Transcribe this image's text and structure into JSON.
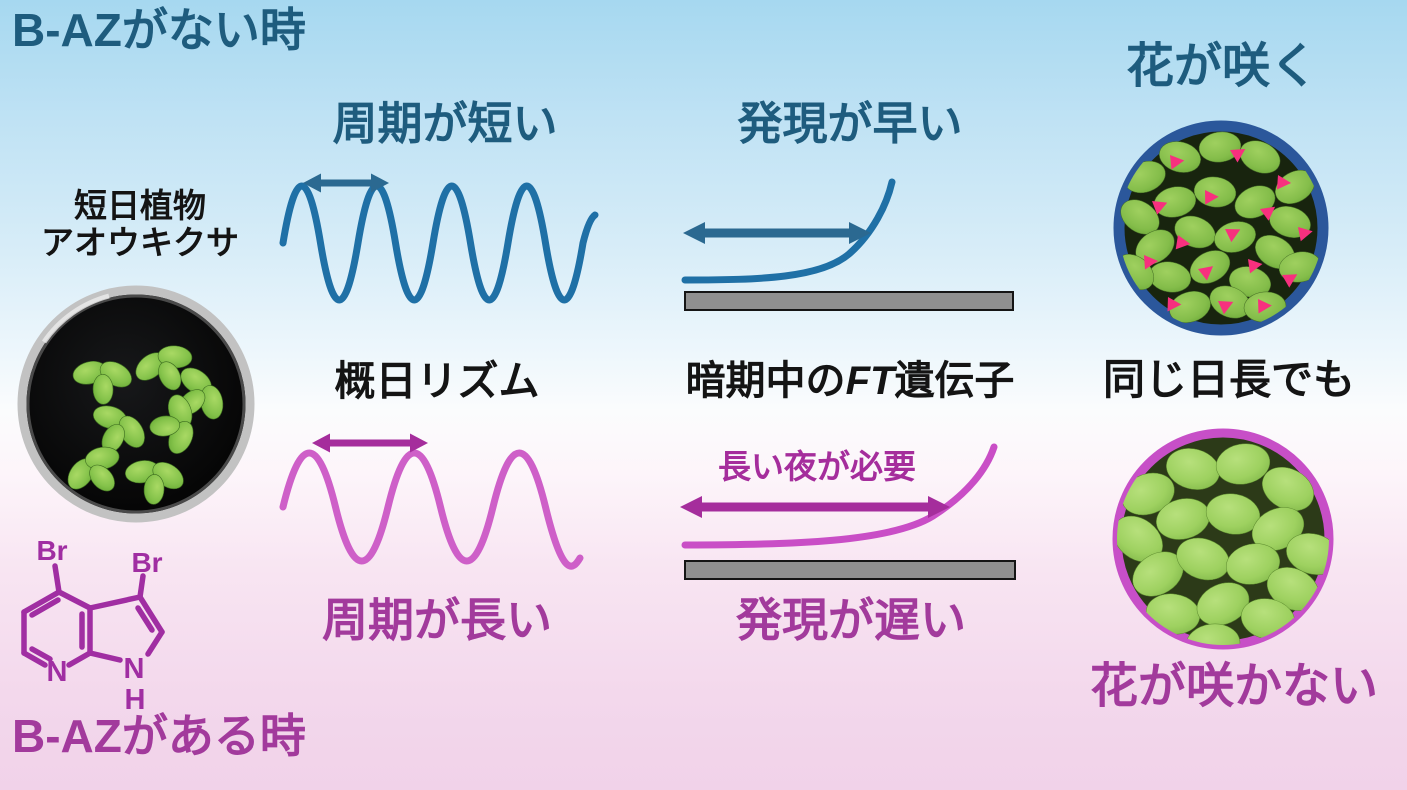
{
  "sections": {
    "no_baz_title": "B-AZがない時",
    "baz_title": "B-AZがある時"
  },
  "plant": {
    "label_line1": "短日植物",
    "label_line2": "アオウキクサ"
  },
  "compound": {
    "br_left": "Br",
    "br_right": "Br",
    "n_pyridine": "N",
    "n_pyrrole": "N",
    "h": "H"
  },
  "rhythm": {
    "short_label": "周期が短い",
    "center_label": "概日リズム",
    "long_label": "周期が長い"
  },
  "expression": {
    "fast_label": "発現が早い",
    "center_prefix": "暗期中の",
    "center_gene": "FT",
    "center_suffix": "遺伝子",
    "night_label": "長い夜が必要",
    "slow_label": "発現が遅い"
  },
  "flowering": {
    "bloom_label": "花が咲く",
    "same_daylength_label": "同じ日長でも",
    "no_bloom_label": "花が咲かない"
  },
  "colors": {
    "teal_heading": "#1e5c7e",
    "blue_wave": "#1f70a6",
    "blue_arrow": "#2b6991",
    "magenta_heading": "#a23a9c",
    "magenta_wave": "#ce5fc8",
    "magenta_curve": "#c94ec6",
    "magenta_arrow": "#a52d9c",
    "compound_purple": "#a02ea2",
    "dark_period_bar": "#909090",
    "photo_border_blue": "#2b579b",
    "photo_border_magenta": "#c74fc7",
    "flower_marker_pink": "#f7307e",
    "black_text": "#141414"
  }
}
